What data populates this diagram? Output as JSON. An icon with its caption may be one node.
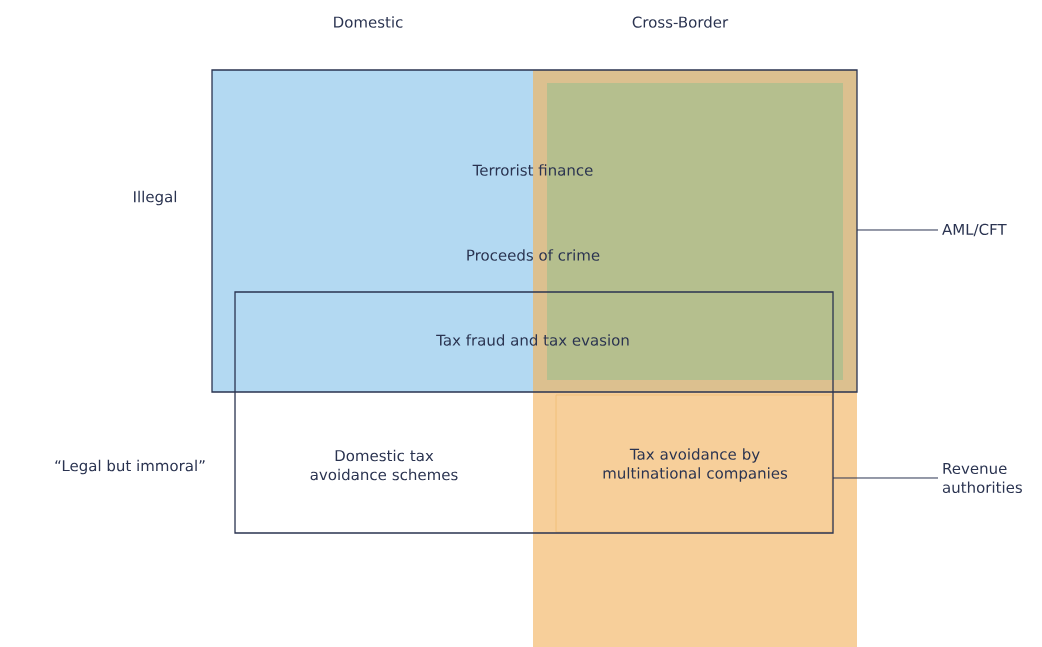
{
  "diagram": {
    "nodes": [
      {
        "text": [
          "Terrorist finance",
          "Proceeds of crime"
        ]
      },
      {
        "text": [
          "Tax fraud and tax evasion",
          "Domestic tax avoidance schemes"
        ]
      },
      {
        "text": [
          "Tax avoidance by multinational companies"
        ],
        "in": 1
      },
      {
        "text": [
          "AML/CFT"
        ]
      },
      {
        "text": [
          "Revenue authorities"
        ]
      }
    ],
    "edges": [
      {
        "from": 3,
        "to": 0,
        "arrow": "none"
      },
      {
        "from": 4,
        "to": 1,
        "arrow": "none"
      }
    ],
    "labels": [
      "Domestic",
      "Cross-Border",
      "Illegal",
      "“Legal but immoral”"
    ]
  }
}
